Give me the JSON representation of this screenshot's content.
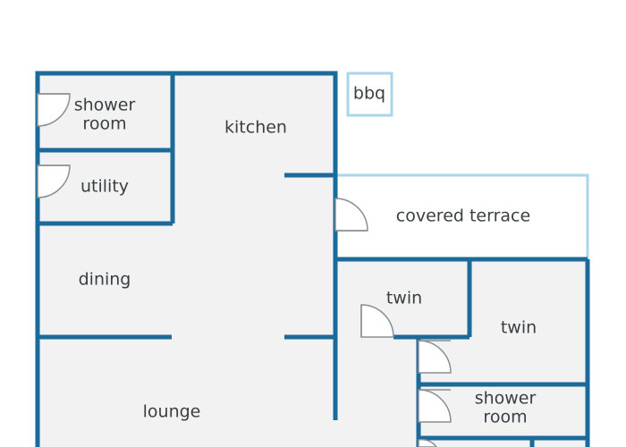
{
  "plan": {
    "colors": {
      "wall": "#1b6a99",
      "light_wall": "#a9d6e8",
      "floor": "#f2f2f2",
      "label": "#3a3f42",
      "door": "#8a8f93"
    },
    "rooms": {
      "shower_room_top": [
        "shower",
        "room"
      ],
      "kitchen": "kitchen",
      "bbq": "bbq",
      "utility": "utility",
      "covered_terrace": "covered terrace",
      "dining": "dining",
      "twin_left": "twin",
      "twin_right": "twin",
      "lounge": "lounge",
      "shower_room_right": [
        "shower",
        "room"
      ]
    }
  }
}
